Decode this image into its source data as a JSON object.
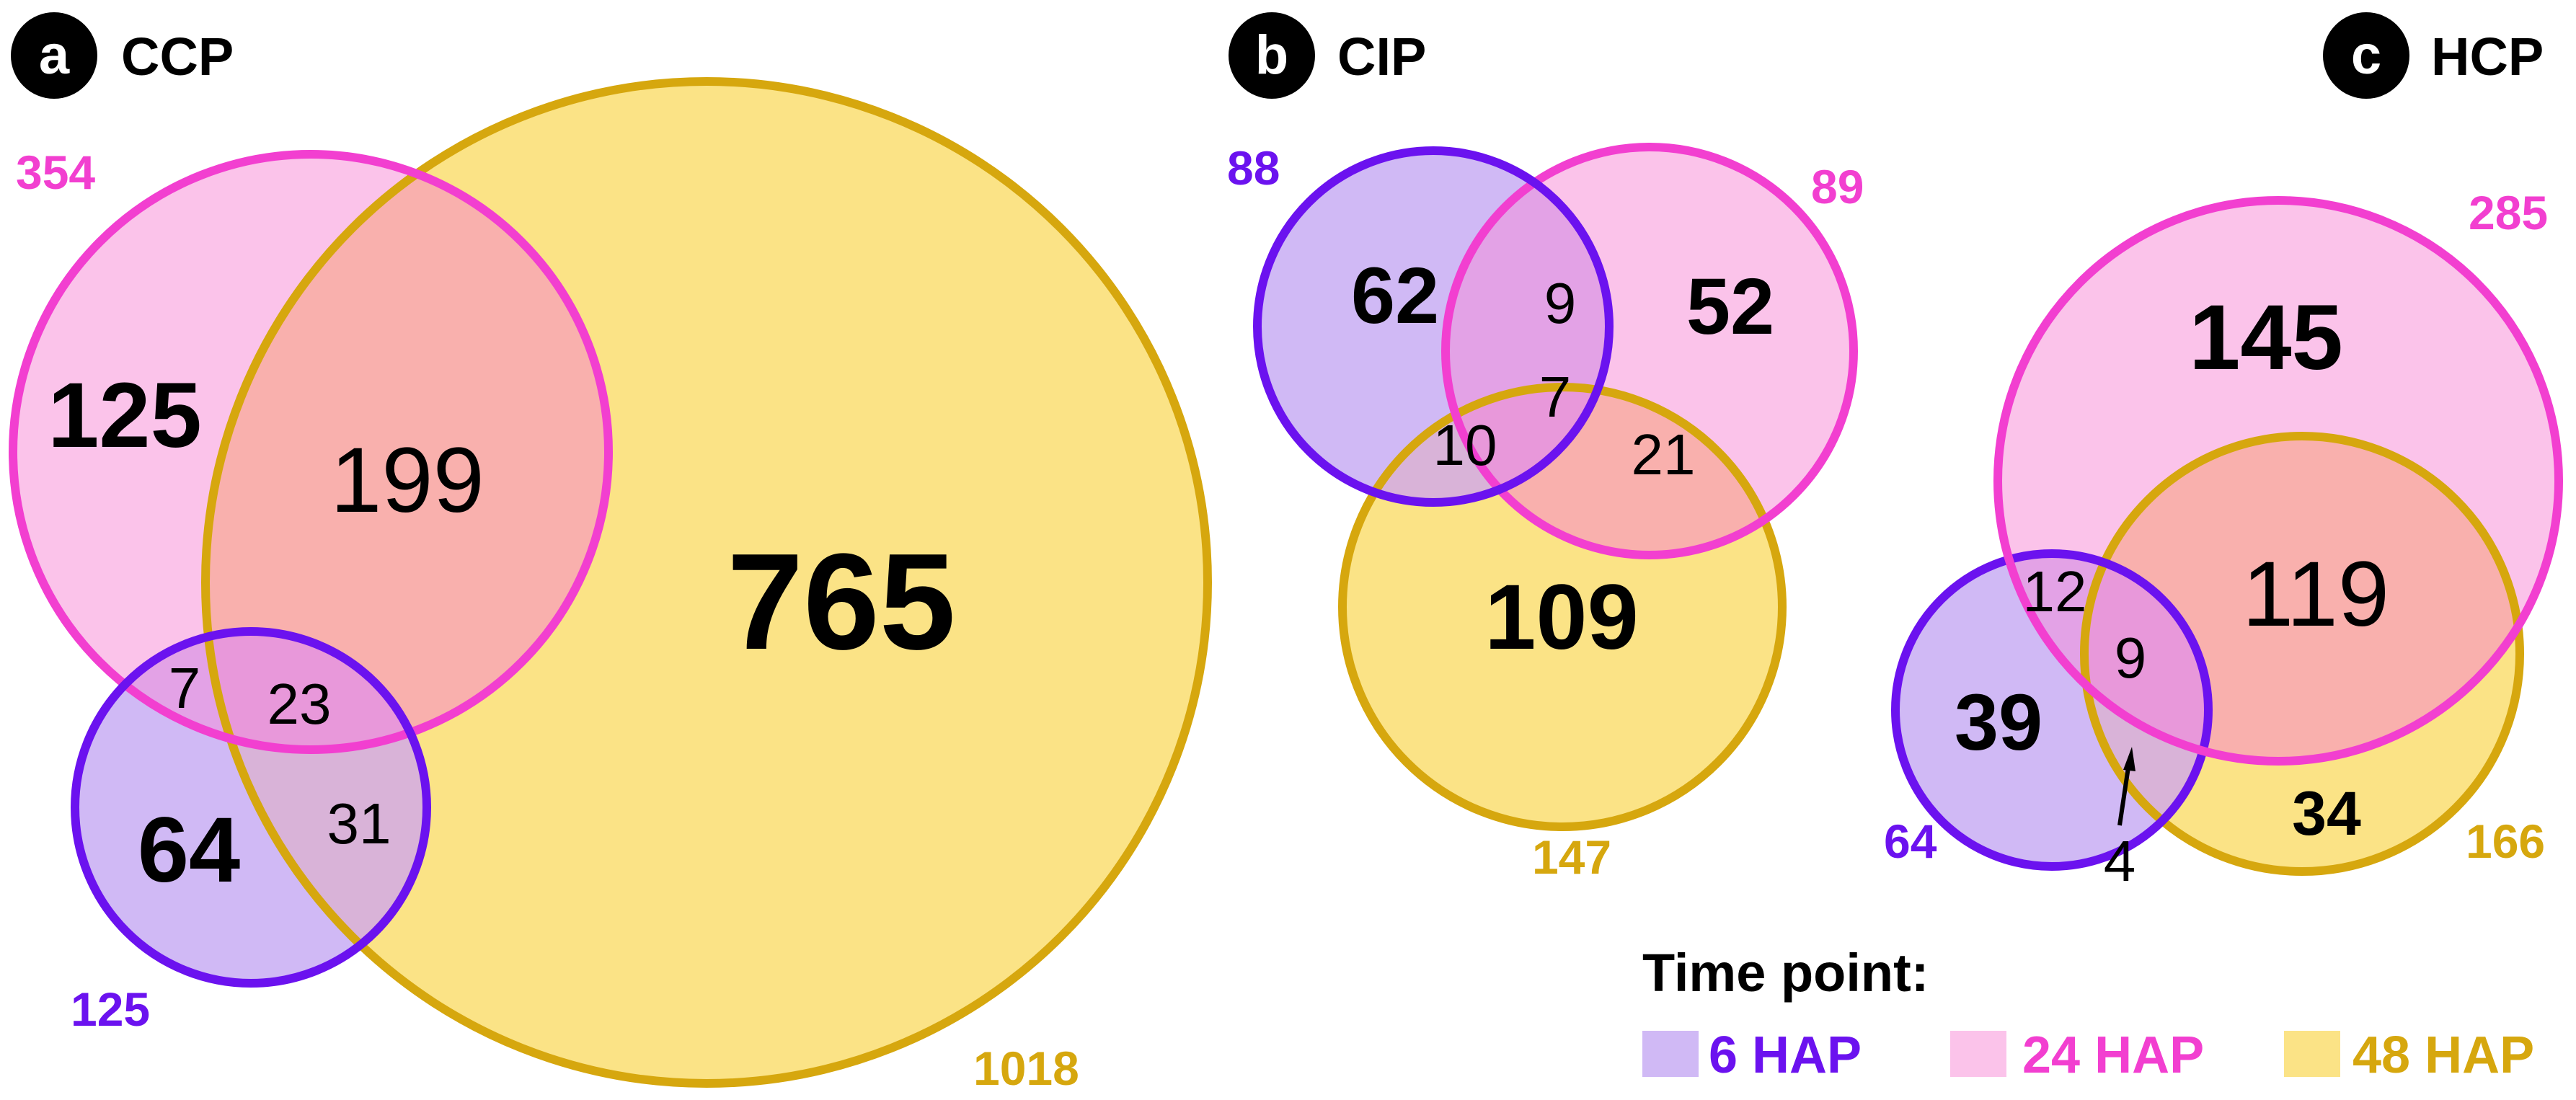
{
  "colors": {
    "hap6": "#6b12ef",
    "hap24": "#f23fd0",
    "hap48": "#d6a70e",
    "hap6_fill": "#d0b9f5",
    "hap24_fill": "#fbc3ea",
    "hap48_fill": "#fbe386",
    "overlap_24_48": "#f9b0ad",
    "overlap_6_24": "#e3a2e6",
    "overlap_6_48": "#d9b3d8",
    "overlap_all": "#e898da",
    "text": "#000000"
  },
  "panels": {
    "a": {
      "letter": "a",
      "title": "CCP",
      "totals": {
        "hap24": "354",
        "hap6": "125",
        "hap48": "1018"
      },
      "regions": {
        "only24": "125",
        "r24_48": "199",
        "only48": "765",
        "r6_24": "7",
        "all3": "23",
        "r6_48": "31",
        "only6": "64"
      }
    },
    "b": {
      "letter": "b",
      "title": "CIP",
      "totals": {
        "hap6": "88",
        "hap24": "89",
        "hap48": "147"
      },
      "regions": {
        "only6": "62",
        "r6_24": "9",
        "only24": "52",
        "all3": "7",
        "r6_48": "10",
        "r24_48": "21",
        "only48": "109"
      }
    },
    "c": {
      "letter": "c",
      "title": "HCP",
      "totals": {
        "hap24": "285",
        "hap6": "64",
        "hap48": "166"
      },
      "regions": {
        "only24": "145",
        "r6_24": "12",
        "r24_48": "119",
        "all3": "9",
        "only6": "39",
        "only48": "34",
        "r6_48": "4"
      }
    }
  },
  "legend": {
    "title": "Time point:",
    "items": [
      {
        "label": "6 HAP"
      },
      {
        "label": "24 HAP"
      },
      {
        "label": "48 HAP"
      }
    ]
  }
}
